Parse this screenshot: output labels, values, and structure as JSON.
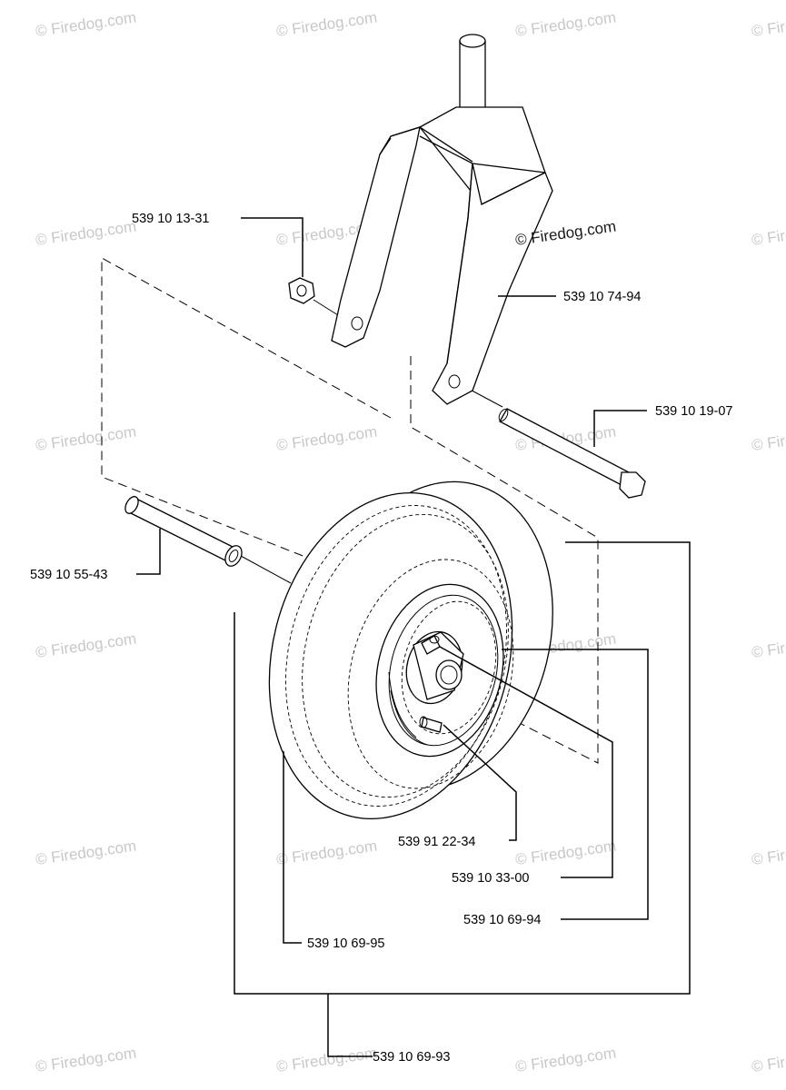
{
  "watermark": {
    "text": "© Firedog.com",
    "overlay_text": "© Firedog.com",
    "color": "#c8c8c8"
  },
  "parts": {
    "nut": "539 10 13-31",
    "fork": "539 10 74-94",
    "bolt": "539 10 19-07",
    "spacer": "539 10 55-43",
    "valve": "539 91 22-34",
    "bearing": "539 10 33-00",
    "rim": "539 10 69-94",
    "tire": "539 10 69-95",
    "wheel_assembly": "539 10 69-93"
  },
  "colors": {
    "line": "#000000",
    "background": "#ffffff"
  }
}
